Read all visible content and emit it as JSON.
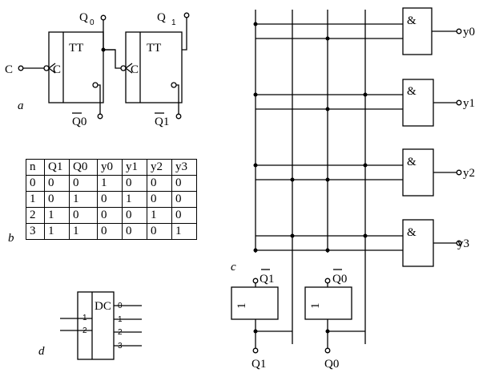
{
  "panel_a": {
    "label": "a",
    "trigger_label": "TT",
    "clock_pin_label": "C",
    "clock_input_label": "C",
    "q0_label": "Q",
    "q0_subscript": "0",
    "q1_label": "Q",
    "q1_subscript": "1",
    "q0_bar_label": "Q0",
    "q1_bar_label": "Q1"
  },
  "panel_b": {
    "label": "b",
    "headers": [
      "n",
      "Q1",
      "Q0",
      "y0",
      "y1",
      "y2",
      "y3"
    ],
    "rows": [
      [
        "0",
        "0",
        "0",
        "1",
        "0",
        "0",
        "0"
      ],
      [
        "1",
        "0",
        "1",
        "0",
        "1",
        "0",
        "0"
      ],
      [
        "2",
        "1",
        "0",
        "0",
        "0",
        "1",
        "0"
      ],
      [
        "3",
        "1",
        "1",
        "0",
        "0",
        "0",
        "1"
      ]
    ]
  },
  "panel_c": {
    "label": "c",
    "gate_symbol": "&",
    "outputs": [
      "y0",
      "y1",
      "y2",
      "y3"
    ],
    "inverter_symbol": "1",
    "inverter_outputs": [
      "Q1",
      "Q0"
    ],
    "inputs": [
      "Q1",
      "Q0"
    ]
  },
  "panel_d": {
    "label": "d",
    "block_label": "DC",
    "input_pins": [
      "1",
      "2"
    ],
    "output_pins": [
      "0",
      "1",
      "2",
      "3"
    ]
  }
}
